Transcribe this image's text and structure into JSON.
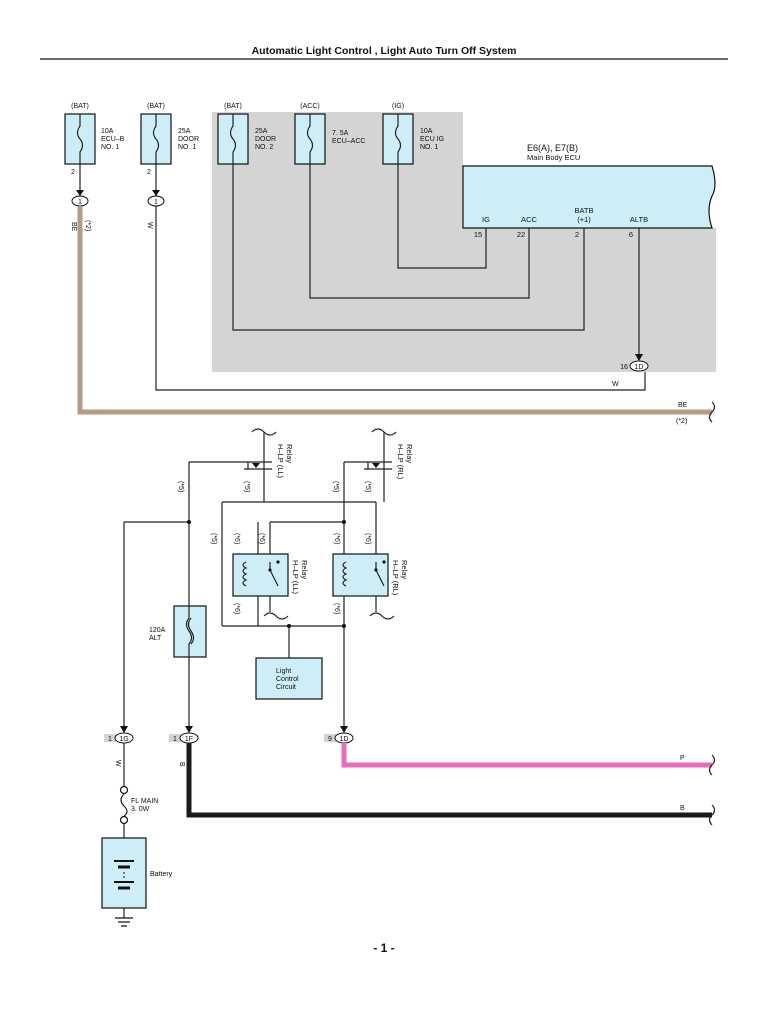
{
  "title": "Automatic Light Control , Light Auto Turn Off System",
  "page_number": "- 1 -",
  "colors": {
    "shade": "#d4d4d4",
    "component_fill": "#cdeef6",
    "wire_be": "#b49b82",
    "wire_p": "#e86ab9",
    "wire_b": "#1a1a1a",
    "wire_default": "#222222"
  },
  "fuses": [
    {
      "source": "(BAT)",
      "rating": "10A",
      "name1": "ECU–B",
      "name2": "NO. 1",
      "pin": "2",
      "connector": "1",
      "wire": "BE",
      "wire_note": "(*2)"
    },
    {
      "source": "(BAT)",
      "rating": "25A",
      "name1": "DOOR",
      "name2": "NO. 1",
      "pin": "2",
      "connector": "1",
      "wire": "W",
      "wire_note": ""
    },
    {
      "source": "(BAT)",
      "rating": "25A",
      "name1": "DOOR",
      "name2": "NO. 2"
    },
    {
      "source": "(ACC)",
      "rating": "7. 5A",
      "name1": "ECU–ACC",
      "name2": ""
    },
    {
      "source": "(IG)",
      "rating": "10A",
      "name1": "ECU IG",
      "name2": "NO. 1"
    }
  ],
  "ecu": {
    "code": "E6(A), E7(B)",
    "name": "Main Body ECU",
    "terminals": [
      {
        "label": "IG",
        "sub": "",
        "pin": "15"
      },
      {
        "label": "ACC",
        "sub": "",
        "pin": "22"
      },
      {
        "label": "BATB",
        "sub": "(+1)",
        "pin": "2"
      },
      {
        "label": "ALTB",
        "sub": "",
        "pin": "6"
      }
    ]
  },
  "junction_1d": {
    "pin": "16",
    "id": "1D"
  },
  "wire_labels": {
    "w_run": "W",
    "be_run": "BE",
    "be_note": "(*2)",
    "w_down": "W",
    "b_down": "B",
    "p_right": "P",
    "b_right": "B"
  },
  "relays": {
    "ll": {
      "name": "H–LP (LL)",
      "sub": "Relay"
    },
    "rl": {
      "name": "H–LP (RL)",
      "sub": "Relay"
    }
  },
  "notes": {
    "star5": "(*5)",
    "star6": "(*6)"
  },
  "alt_fuse": {
    "rating": "120A",
    "name": "ALT"
  },
  "light_control": {
    "line1": "Light",
    "line2": "Control",
    "line3": "Circuit"
  },
  "connectors": [
    {
      "pin": "1",
      "id": "1G"
    },
    {
      "pin": "1",
      "id": "1F"
    },
    {
      "pin": "9",
      "id": "1D"
    }
  ],
  "fl_main": {
    "name": "FL MAIN",
    "rating": "3. 0W"
  },
  "battery": {
    "label": "Battery"
  }
}
